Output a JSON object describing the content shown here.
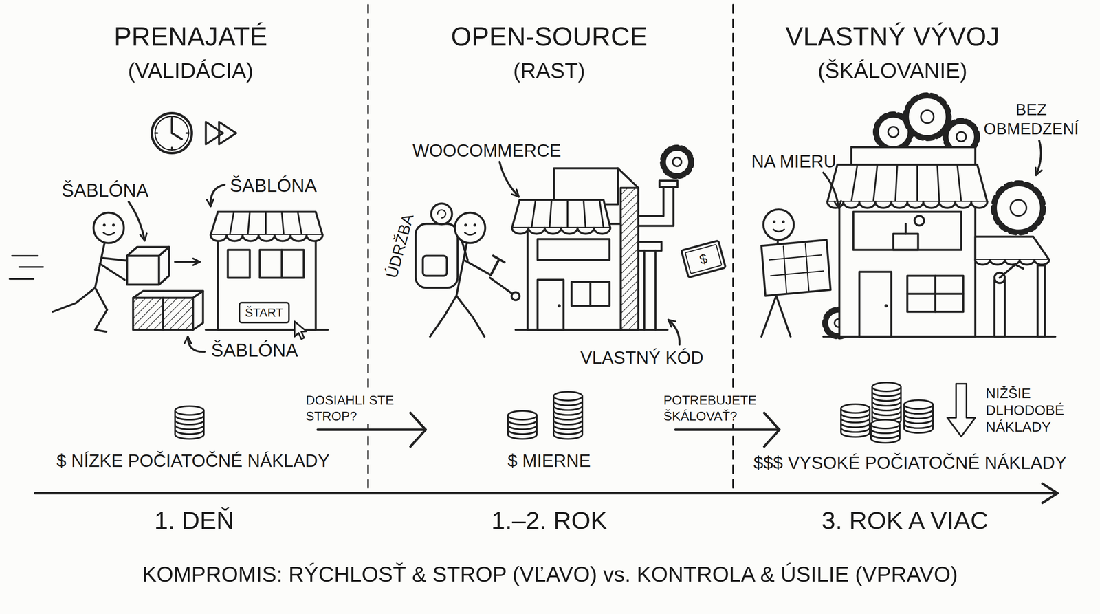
{
  "diagram": {
    "caption": "KOMPROMIS: RÝCHLOSŤ & STROP (VĽAVO) vs. KONTROLA & ÚSILIE (VPRAVO)",
    "nodes": [
      {
        "text": [
          "PRENAJATÉ",
          "(VALIDÁCIA)"
        ]
      },
      {
        "text": [
          "ŠTART"
        ],
        "in": 0
      },
      {
        "text": [
          "OPEN-SOURCE",
          "(RAST)"
        ]
      },
      {
        "text": [
          "VLASTNÝ VÝVOJ",
          "(ŠKÁLOVANIE)"
        ]
      }
    ],
    "edges": [
      {
        "from": 0,
        "to": 2,
        "arrow": "to",
        "label": "DOSIAHLI STE STROP?"
      },
      {
        "from": 2,
        "to": 3,
        "arrow": "to",
        "label": "POTREBUJETE ŠKÁLOVAŤ?"
      }
    ],
    "labels": [
      "ŠABLÓNA",
      "ŠABLÓNA",
      "ŠABLÓNA",
      "$ NÍZKE POČIATOČNÉ NÁKLADY",
      "WOOCOMMERCE",
      "ÚDRŽBA",
      "$",
      "VLASTNÝ KÓD",
      "$ MIERNE",
      "NA MIERU",
      "BEZ OBMEDZENÍ",
      "NIŽŠIE DLHODOBÉ NÁKLADY",
      "$$$ VYSOKÉ POČIATOČNÉ NÁKLADY",
      "1. DEŇ",
      "1.–2. ROK",
      "3. ROK A VIAC"
    ]
  }
}
